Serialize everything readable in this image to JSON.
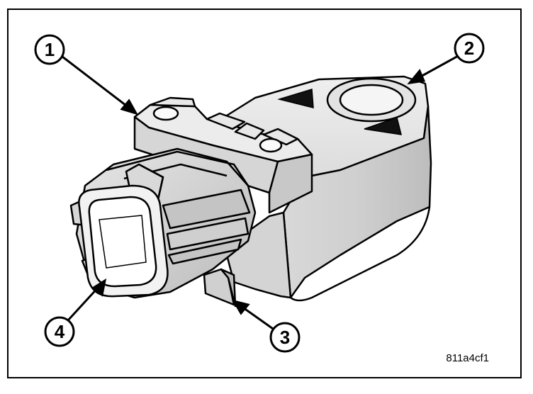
{
  "figure": {
    "reference_code": "811a4cf1",
    "callouts": [
      {
        "number": "1"
      },
      {
        "number": "2"
      },
      {
        "number": "3"
      },
      {
        "number": "4"
      }
    ]
  }
}
